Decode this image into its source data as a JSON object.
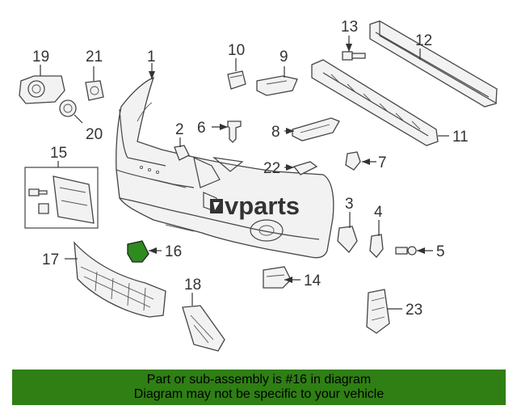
{
  "callouts": [
    {
      "id": "1",
      "label": "1"
    },
    {
      "id": "2",
      "label": "2"
    },
    {
      "id": "3",
      "label": "3"
    },
    {
      "id": "4",
      "label": "4"
    },
    {
      "id": "5",
      "label": "5"
    },
    {
      "id": "6",
      "label": "6"
    },
    {
      "id": "7",
      "label": "7"
    },
    {
      "id": "8",
      "label": "8"
    },
    {
      "id": "9",
      "label": "9"
    },
    {
      "id": "10",
      "label": "10"
    },
    {
      "id": "11",
      "label": "11"
    },
    {
      "id": "12",
      "label": "12"
    },
    {
      "id": "13",
      "label": "13"
    },
    {
      "id": "14",
      "label": "14"
    },
    {
      "id": "15",
      "label": "15"
    },
    {
      "id": "16",
      "label": "16"
    },
    {
      "id": "17",
      "label": "17"
    },
    {
      "id": "18",
      "label": "18"
    },
    {
      "id": "19",
      "label": "19"
    },
    {
      "id": "20",
      "label": "20"
    },
    {
      "id": "21",
      "label": "21"
    },
    {
      "id": "22",
      "label": "22"
    },
    {
      "id": "23",
      "label": "23"
    }
  ],
  "highlight": {
    "part": "16",
    "color": "#2e8b1e"
  },
  "watermark": {
    "brand": "vparts"
  },
  "banner": {
    "line1": "Part or sub-assembly is #16 in diagram",
    "line2": "Diagram may not be specific to your vehicle",
    "color": "#2f7f14"
  }
}
